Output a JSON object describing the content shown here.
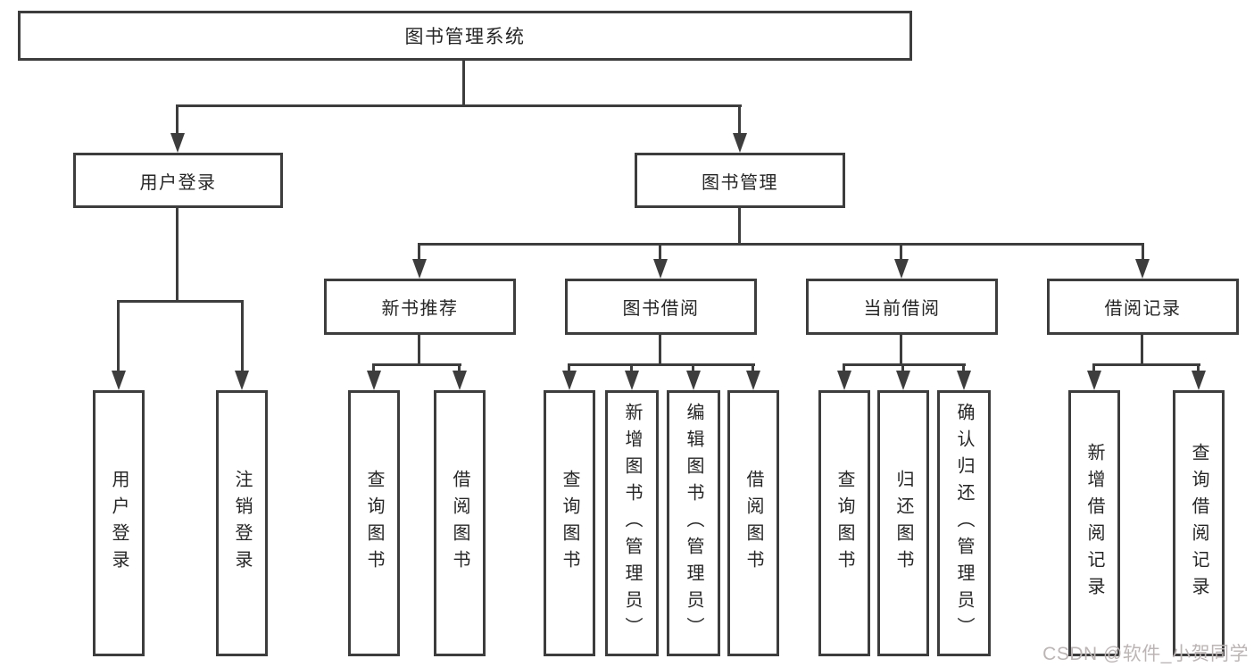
{
  "diagram": {
    "root": {
      "label": "图书管理系统"
    },
    "branches": [
      {
        "label": "用户登录",
        "children": [
          {
            "label": "用户登录"
          },
          {
            "label": "注销登录"
          }
        ]
      },
      {
        "label": "图书管理",
        "children": [
          {
            "label": "新书推荐",
            "children": [
              {
                "label": "查询图书"
              },
              {
                "label": "借阅图书"
              }
            ]
          },
          {
            "label": "图书借阅",
            "children": [
              {
                "label": "查询图书"
              },
              {
                "label": "新增图书（管理员）"
              },
              {
                "label": "编辑图书（管理员）"
              },
              {
                "label": "借阅图书"
              }
            ]
          },
          {
            "label": "当前借阅",
            "children": [
              {
                "label": "查询图书"
              },
              {
                "label": "归还图书"
              },
              {
                "label": "确认归还（管理员）"
              }
            ]
          },
          {
            "label": "借阅记录",
            "children": [
              {
                "label": "新增借阅记录"
              },
              {
                "label": "查询借阅记录"
              }
            ]
          }
        ]
      }
    ]
  },
  "watermark": {
    "text": "CSDN @软件_小贺同学"
  },
  "colors": {
    "line": "#3d3d3d",
    "text": "#262626",
    "watermark": "#bdb5b5",
    "background": "#ffffff"
  }
}
